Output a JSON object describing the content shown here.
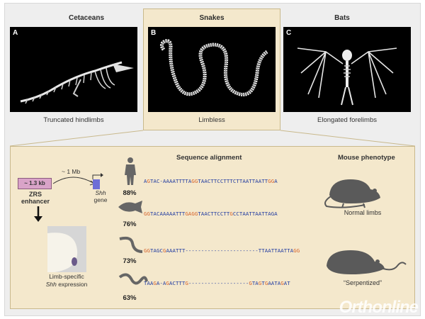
{
  "top_panels": [
    {
      "letter": "A",
      "title": "Cetaceans",
      "caption": "Truncated hindlimbs"
    },
    {
      "letter": "B",
      "title": "Snakes",
      "caption": "Limbless"
    },
    {
      "letter": "C",
      "title": "Bats",
      "caption": "Elongated forelimbs"
    }
  ],
  "zrs": {
    "size": "~ 1.3 kb",
    "name_line1": "ZRS",
    "name_line2": "enhancer",
    "distance": "~ 1 Mb",
    "gene_name": "Shh",
    "gene_label": "gene"
  },
  "expression": {
    "line1": "Limb-specific",
    "gene": "Shh",
    "line2_suffix": " expression"
  },
  "alignment": {
    "title": "Sequence alignment",
    "rows": [
      {
        "pct": "88%",
        "segments": [
          {
            "t": "A",
            "h": false
          },
          {
            "t": "G",
            "h": true
          },
          {
            "t": "TAC-AAAATTTTA",
            "h": false
          },
          {
            "t": "GG",
            "h": true
          },
          {
            "t": "TAACTTCCTTTCTTAATTAATT",
            "h": false
          },
          {
            "t": "GG",
            "h": true
          },
          {
            "t": "A",
            "h": false
          }
        ]
      },
      {
        "pct": "76%",
        "segments": [
          {
            "t": "GG",
            "h": true
          },
          {
            "t": "TACAAAAATTT",
            "h": false
          },
          {
            "t": "GAGG",
            "h": true
          },
          {
            "t": "TAACTTCCTT",
            "h": false
          },
          {
            "t": "G",
            "h": true
          },
          {
            "t": "CCTAATTAATTAGA",
            "h": false
          }
        ]
      },
      {
        "pct": "73%",
        "segments": [
          {
            "t": "GG",
            "h": true
          },
          {
            "t": "TAGC",
            "h": false
          },
          {
            "t": "G",
            "h": true
          },
          {
            "t": "AAATTT-----------------------TTAATTAATTA",
            "h": false
          },
          {
            "t": "GG",
            "h": true
          }
        ]
      },
      {
        "pct": "63%",
        "segments": [
          {
            "t": "TAA",
            "h": false
          },
          {
            "t": "G",
            "h": true
          },
          {
            "t": "A-A",
            "h": false
          },
          {
            "t": "G",
            "h": true
          },
          {
            "t": "ACTTT",
            "h": false
          },
          {
            "t": "G",
            "h": true
          },
          {
            "t": "-------------------",
            "h": false
          },
          {
            "t": "G",
            "h": true
          },
          {
            "t": "TA",
            "h": false
          },
          {
            "t": "G",
            "h": true
          },
          {
            "t": "T",
            "h": false
          },
          {
            "t": "G",
            "h": true
          },
          {
            "t": "AATA",
            "h": false
          },
          {
            "t": "G",
            "h": true
          },
          {
            "t": "AT",
            "h": false
          }
        ]
      }
    ]
  },
  "phenotype": {
    "title": "Mouse phenotype",
    "normal": "Normal limbs",
    "serpentized": "“Serpentized”"
  },
  "watermark": "Orthonline",
  "colors": {
    "beige": "#f4e8cc",
    "zrs_box": "#d9a3c8",
    "gene_box": "#6e6ed6",
    "seq_blue": "#1f3aa0",
    "seq_orange": "#d4612a"
  }
}
